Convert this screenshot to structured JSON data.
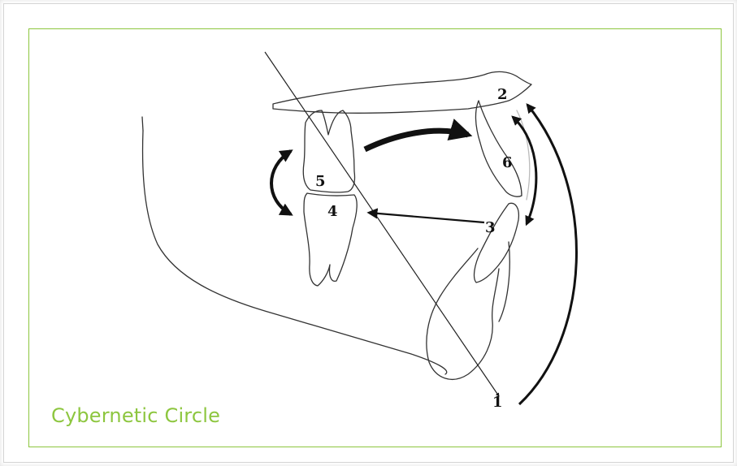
{
  "caption": "Cybernetic Circle",
  "labels": {
    "n1": "1",
    "n2": "2",
    "n3": "3",
    "n4": "4",
    "n5": "5",
    "n6": "6"
  },
  "colors": {
    "frame_border": "#8dc63f",
    "caption": "#8dc63f",
    "line": "#111111"
  }
}
